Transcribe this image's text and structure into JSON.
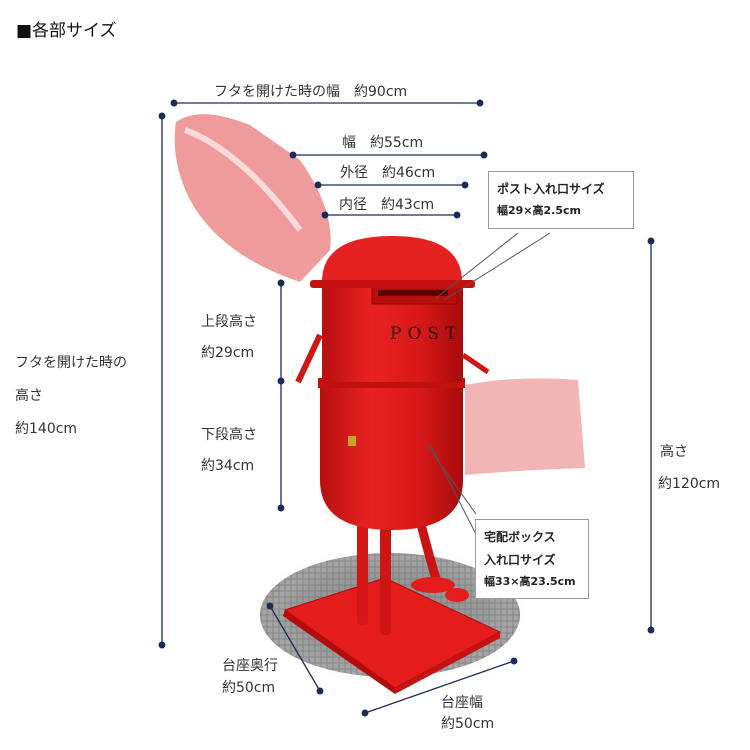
{
  "title": "■各部サイズ",
  "dimensions": {
    "open_lid_width": "フタを開けた時の幅　約90cm",
    "width": "幅　約55cm",
    "outer_diameter": "外径　約46cm",
    "inner_diameter": "内径　約43cm",
    "open_height_line1": "フタを開けた時の",
    "open_height_line2": "高さ",
    "open_height_line3": "約140cm",
    "upper_height_label": "上段高さ",
    "upper_height_value": "約29cm",
    "lower_height_label": "下段高さ",
    "lower_height_value": "約34cm",
    "height_label": "高さ",
    "height_value": "約120cm",
    "base_depth_label": "台座奥行",
    "base_depth_value": "約50cm",
    "base_width_label": "台座幅",
    "base_width_value": "約50cm"
  },
  "callouts": {
    "post_slot_title": "ポスト入れ口サイズ",
    "post_slot_size": "幅29×高2.5cm",
    "box_title_line1": "宅配ボックス",
    "box_title_line2": "入れ口サイズ",
    "box_size": "幅33×高23.5cm"
  },
  "product_label": "POST",
  "colors": {
    "body_red": "#e01818",
    "dark_red": "#b30c0c",
    "line_navy": "#1c2b5a",
    "callout_border": "#9a9a9a"
  }
}
